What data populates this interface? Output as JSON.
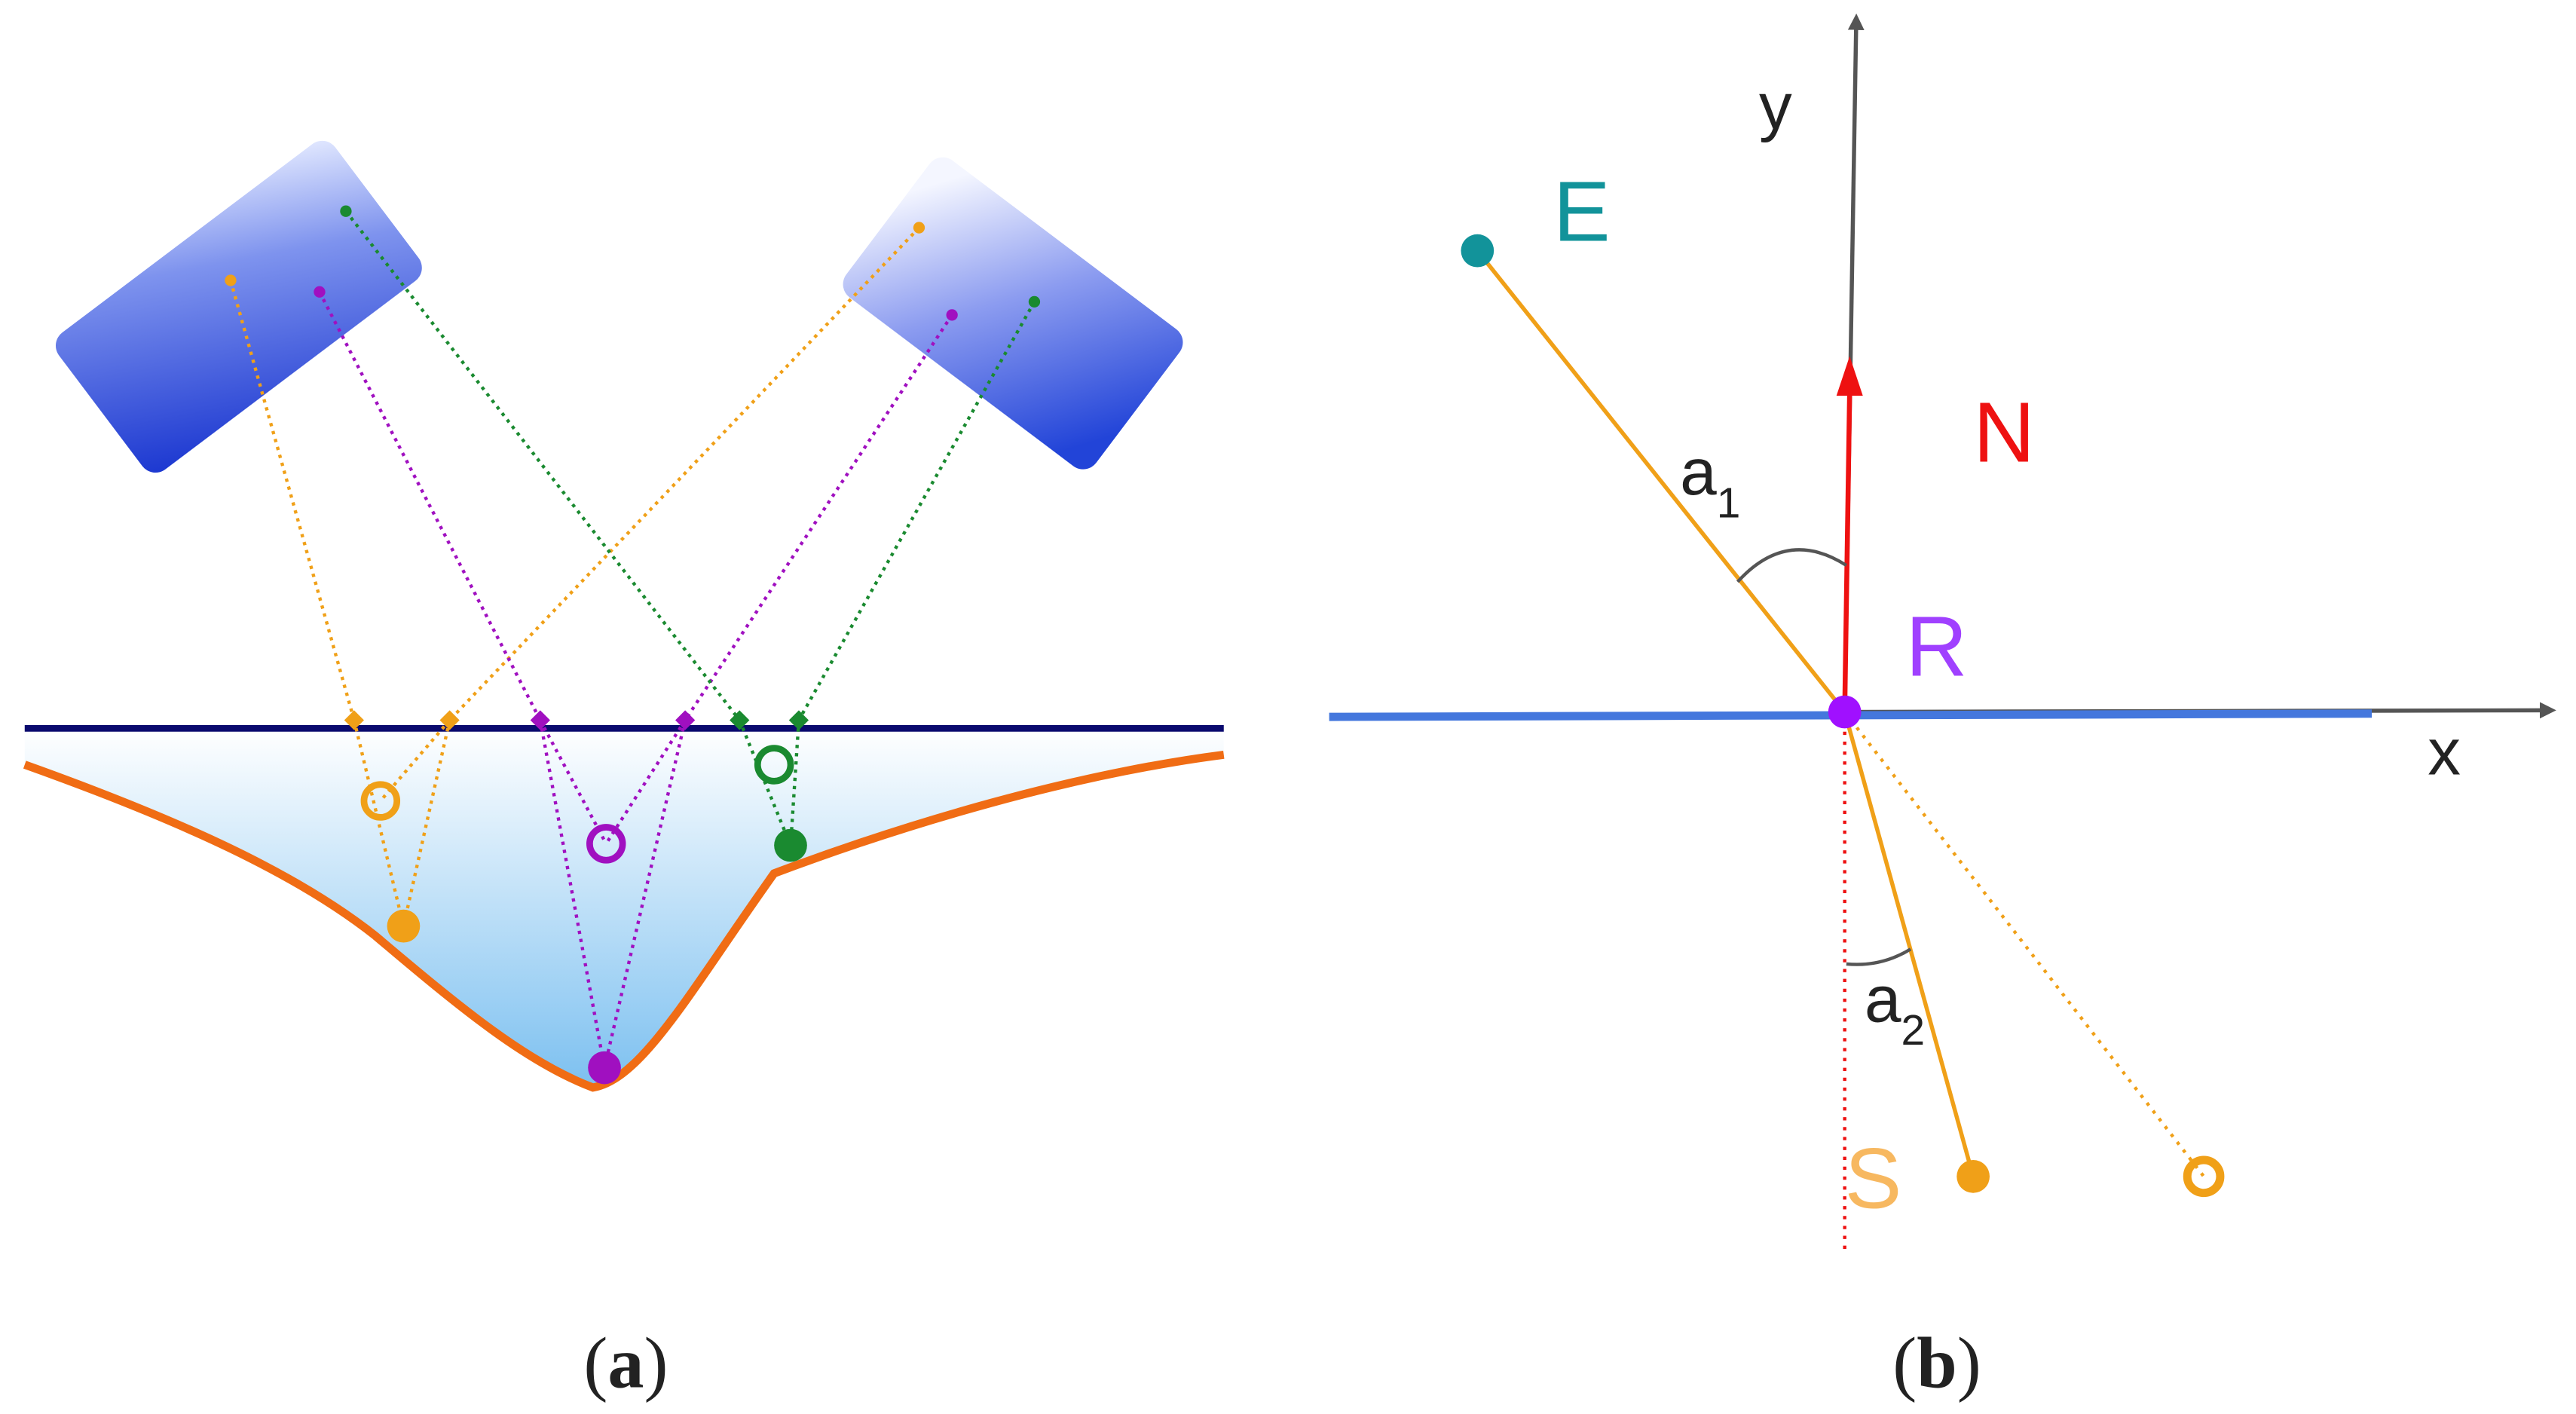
{
  "colors": {
    "orange": "#f0a018",
    "purple": "#a010c0",
    "green": "#1a8a30",
    "teal": "#12939a",
    "red": "#ee1111",
    "label_purple": "#a040ff",
    "navy": "#0a0a6e",
    "surface_blue": "#4477dd",
    "profile_orange": "#f06c14",
    "axis_gray": "#555555"
  },
  "panel_a": {
    "caption_open": "(",
    "caption_letter": "a",
    "caption_close": ")"
  },
  "panel_b": {
    "caption_open": "(",
    "caption_letter": "b",
    "caption_close": ")",
    "label_y": "y",
    "label_x": "x",
    "label_E": "E",
    "label_N": "N",
    "label_R": "R",
    "label_S": "S",
    "angle1_base": "a",
    "angle1_sub": "1",
    "angle2_base": "a",
    "angle2_sub": "2"
  }
}
